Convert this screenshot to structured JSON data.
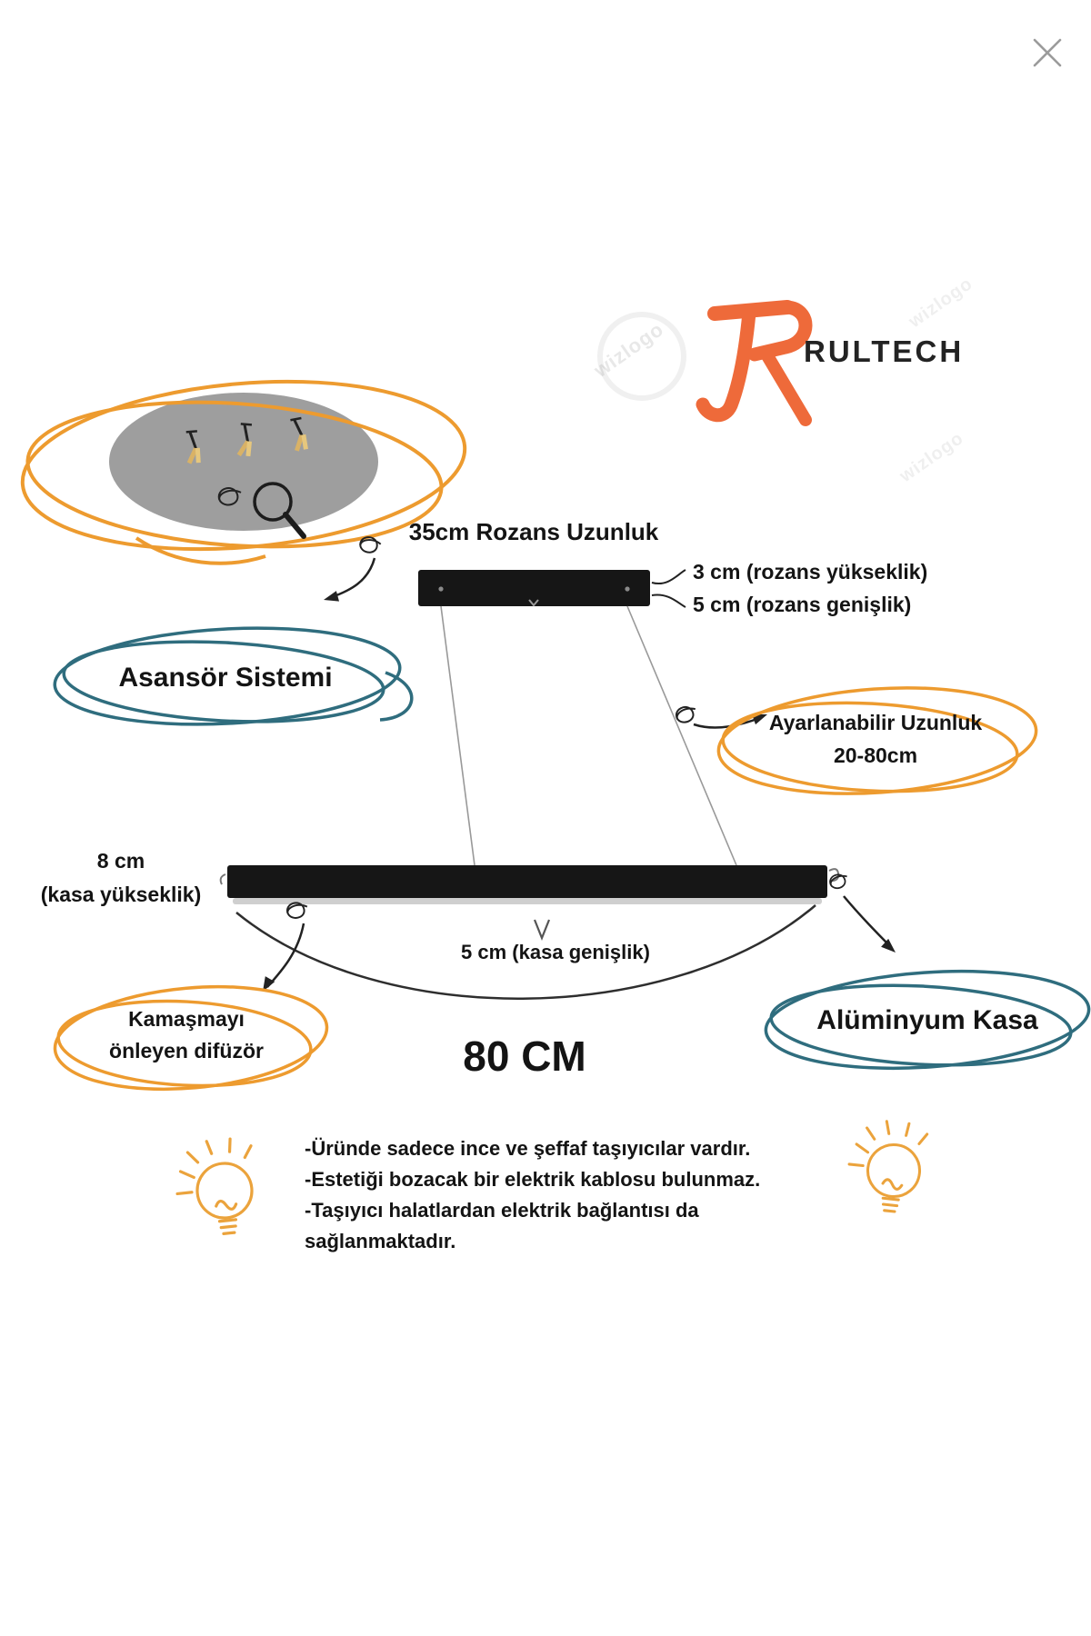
{
  "colors": {
    "orange_accent": "#ED9B2F",
    "teal_accent": "#2F6D7E",
    "logo_orange": "#EE6A3A",
    "bulb_orange": "#EBA33C",
    "bar_black": "#161616",
    "hardware_gray": "#9E9E9E",
    "close_gray": "#9B9B9B"
  },
  "icons": {
    "close_icon": "×",
    "magnifier_icon": "magnifier",
    "bulb_icon": "light-bulb",
    "coil_icon": "spring-squiggle",
    "arrow_icon": "sketch-arrow"
  },
  "logo": {
    "brand": "RULTECH",
    "watermark": "wizlogo"
  },
  "canopy": {
    "length_label": "35cm Rozans Uzunluk",
    "height_label": "3 cm (rozans yükseklik)",
    "width_label": "5 cm (rozans genişlik)"
  },
  "callouts": {
    "lift_system": "Asansör Sistemi",
    "adjustable_length_line1": "Ayarlanabilir Uzunluk",
    "adjustable_length_line2": "20-80cm",
    "diffuser_line1": "Kamaşmayı",
    "diffuser_line2": "önleyen difüzör",
    "aluminum_body": "Alüminyum Kasa"
  },
  "body": {
    "height_line1": "8 cm",
    "height_line2": "(kasa yükseklik)",
    "width_label": "5 cm (kasa genişlik)",
    "total_length": "80 CM"
  },
  "features": {
    "line1": "-Üründe sadece ince ve şeffaf taşıyıcılar vardır.",
    "line2": "-Estetiği bozacak bir elektrik kablosu bulunmaz.",
    "line3": "-Taşıyıcı halatlardan elektrik bağlantısı da",
    "line4": "sağlanmaktadır."
  }
}
